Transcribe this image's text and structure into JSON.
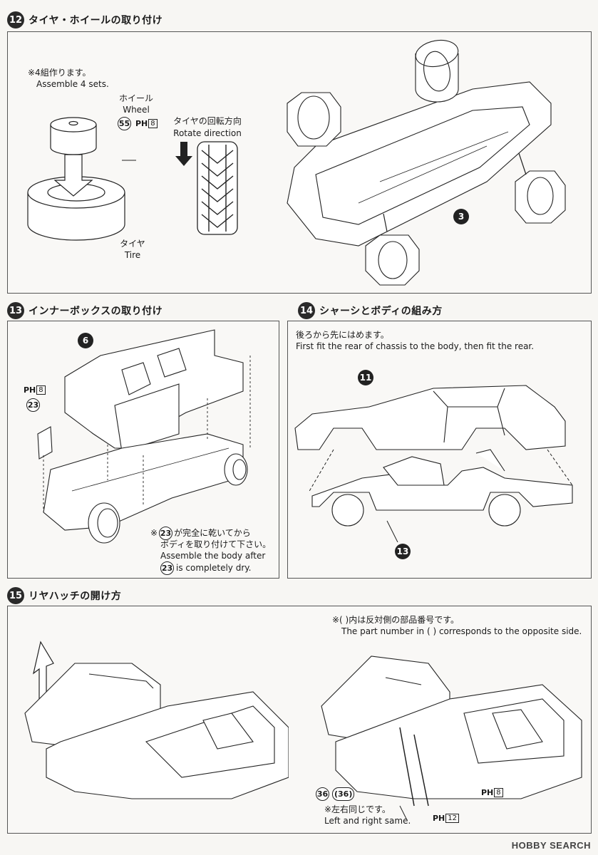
{
  "step12": {
    "number": "12",
    "title": "タイヤ・ホイールの取り付け",
    "note_jp": "※4組作ります。",
    "note_en": "Assemble 4 sets.",
    "wheel_jp": "ホイール",
    "wheel_en": "Wheel",
    "wheel_part": "55",
    "wheel_runner": "PH",
    "wheel_runner_no": "8",
    "rotate_jp": "タイヤの回転方向",
    "rotate_en": "Rotate direction",
    "tire_jp": "タイヤ",
    "tire_en": "Tire",
    "chassis_ref": "3"
  },
  "step13": {
    "number": "13",
    "title": "インナーボックスの取り付け",
    "interior_ref": "6",
    "runner": "PH",
    "runner_no": "8",
    "part": "23",
    "note_mark": "※",
    "note_part": "23",
    "note_jp_1": "が完全に乾いてから",
    "note_jp_2": "ボディを取り付けて下さい。",
    "note_en_1": "Assemble the body after",
    "note_en_2": "is completely dry."
  },
  "step14": {
    "number": "14",
    "title": "シャーシとボディの組み方",
    "note_jp": "後ろから先にはめます。",
    "note_en": "First fit the rear of chassis to the body, then fit the rear.",
    "body_ref": "11",
    "chassis_ref": "13"
  },
  "step15": {
    "number": "15",
    "title": "リヤハッチの開け方",
    "note_jp": "※(   )内は反対側の部品番号です。",
    "note_en": "The part number in (   ) corresponds to the opposite side.",
    "part_a": "36",
    "part_b": "(36)",
    "runner_1": "PH",
    "runner_1_no": "8",
    "runner_2": "PH",
    "runner_2_no": "12",
    "same_jp": "※左右同じです。",
    "same_en": "Left and right same."
  },
  "watermark": "HOBBY SEARCH"
}
